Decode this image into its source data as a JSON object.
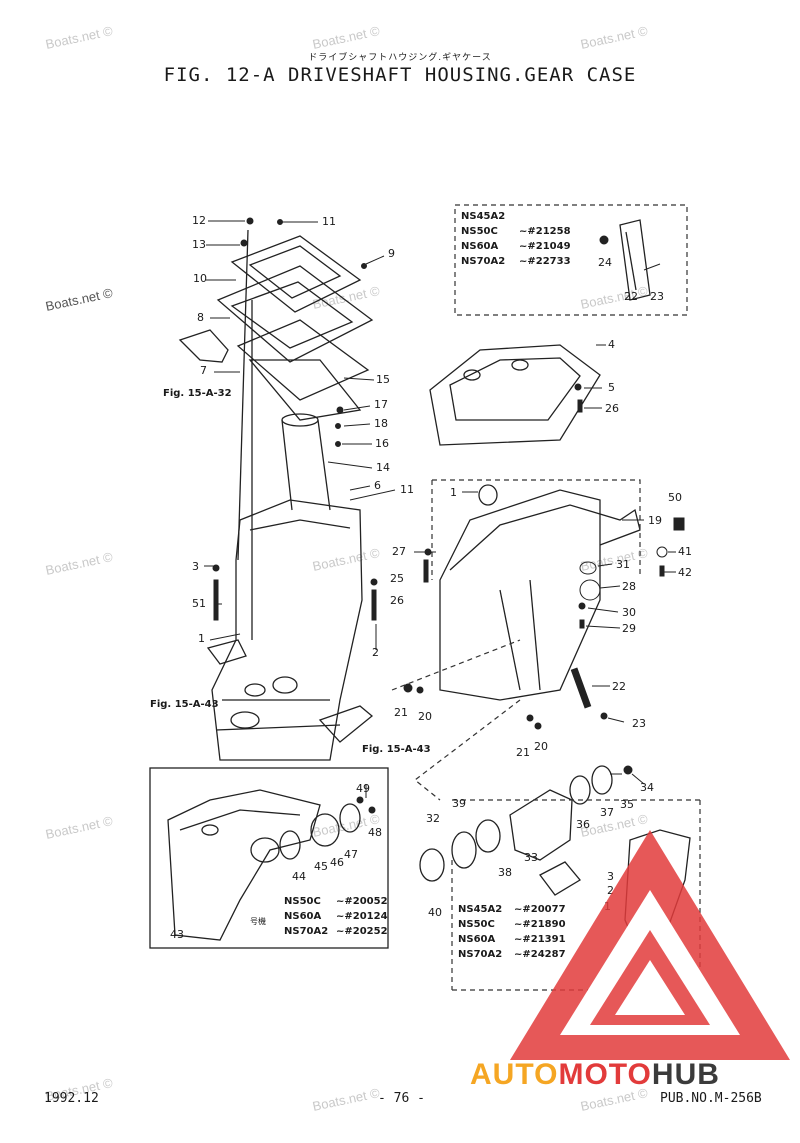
{
  "header": {
    "subtitle_jp": "ドライブシャフトハウジング.ギヤケース",
    "title": "FIG. 12-A DRIVESHAFT HOUSING.GEAR CASE"
  },
  "watermark": "Boats.net ©",
  "footer": {
    "date": "1992.12",
    "page": "- 76 -",
    "pub": "PUB.NO.M-256B"
  },
  "logo": {
    "auto": "AUTO",
    "moto": "MOTO",
    "hub": "HUB",
    "colors": {
      "orange": "#f5a623",
      "red": "#e23b3b",
      "dark": "#3b3b3b"
    }
  },
  "references": [
    "Fig. 15-A-32",
    "Fig. 15-A-43",
    "Fig. 15-A-43"
  ],
  "part_labels": [
    "12",
    "13",
    "10",
    "8",
    "7",
    "11",
    "9",
    "15",
    "17",
    "18",
    "16",
    "14",
    "6",
    "11",
    "3",
    "51",
    "1",
    "2",
    "4",
    "5",
    "26",
    "1",
    "50",
    "19",
    "41",
    "42",
    "27",
    "25",
    "26",
    "31",
    "28",
    "30",
    "29",
    "22",
    "23",
    "21",
    "20",
    "21",
    "20",
    "24",
    "22",
    "23",
    "3",
    "2",
    "1",
    "34",
    "35",
    "36",
    "37",
    "39",
    "32",
    "38",
    "33",
    "40",
    "49",
    "48",
    "47",
    "46",
    "45",
    "44",
    "43"
  ],
  "box_top": {
    "lines": [
      {
        "model": "NS45A2",
        "serial": ""
      },
      {
        "model": "NS50C",
        "serial": "~#21258"
      },
      {
        "model": "NS60A",
        "serial": "~#21049"
      },
      {
        "model": "NS70A2",
        "serial": "~#22733"
      }
    ]
  },
  "box_bottom_left": {
    "prefix": "号機",
    "lines": [
      {
        "model": "NS50C",
        "serial": "~#20052"
      },
      {
        "model": "NS60A",
        "serial": "~#20124"
      },
      {
        "model": "NS70A2",
        "serial": "~#20252"
      }
    ]
  },
  "box_bottom_right": {
    "lines": [
      {
        "model": "NS45A2",
        "serial": "~#20077"
      },
      {
        "model": "NS50C",
        "serial": "~#21890"
      },
      {
        "model": "NS60A",
        "serial": "~#21391"
      },
      {
        "model": "NS70A2",
        "serial": "~#24287"
      }
    ]
  }
}
